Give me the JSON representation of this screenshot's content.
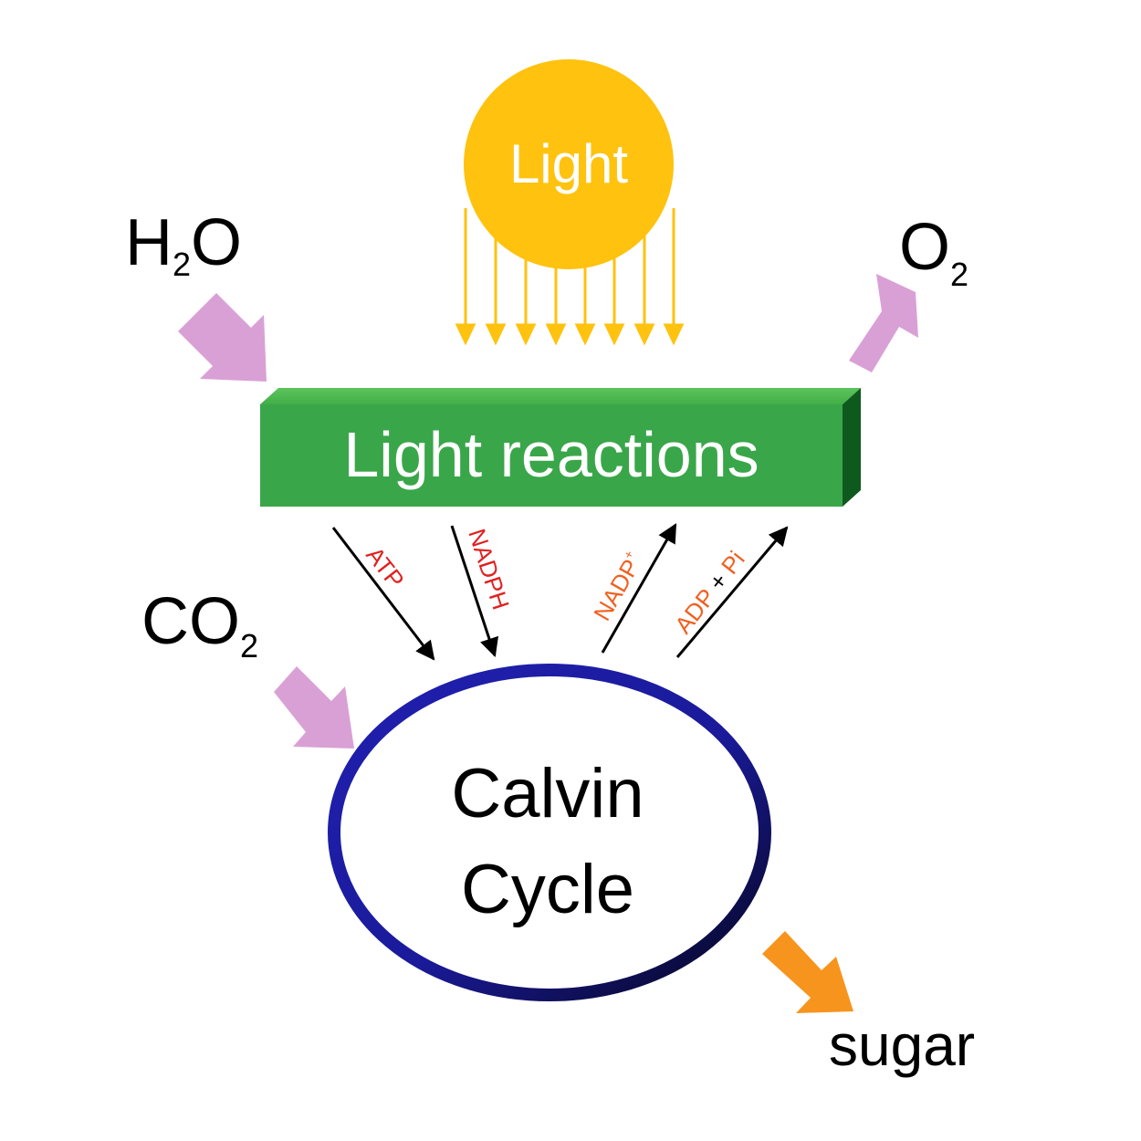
{
  "sun": {
    "label": "Light",
    "color": "#FFC20E"
  },
  "inputs": {
    "water": {
      "base": "H",
      "sub": "2",
      "tail": "O"
    },
    "carbon_dioxide": {
      "base": "CO",
      "sub": "2"
    }
  },
  "outputs": {
    "oxygen": {
      "base": "O",
      "sub": "2"
    },
    "sugar": {
      "label": "sugar"
    }
  },
  "light_reactions": {
    "label": "Light reactions",
    "color": "#3AA64A"
  },
  "calvin_cycle": {
    "line1": "Calvin",
    "line2": "Cycle",
    "ring_color": "#1A1AA0"
  },
  "exchanges": {
    "atp": "ATP",
    "nadph": "NADPH",
    "nadp": {
      "base": "NADP",
      "sup": "+"
    },
    "adp_pi": {
      "a": "ADP",
      "plus": " + ",
      "b": "Pi"
    }
  },
  "colors": {
    "input_arrow": "#D9A0D6",
    "sugar_arrow": "#F7941D",
    "red_label": "#E02020",
    "orange_label": "#F06020"
  }
}
